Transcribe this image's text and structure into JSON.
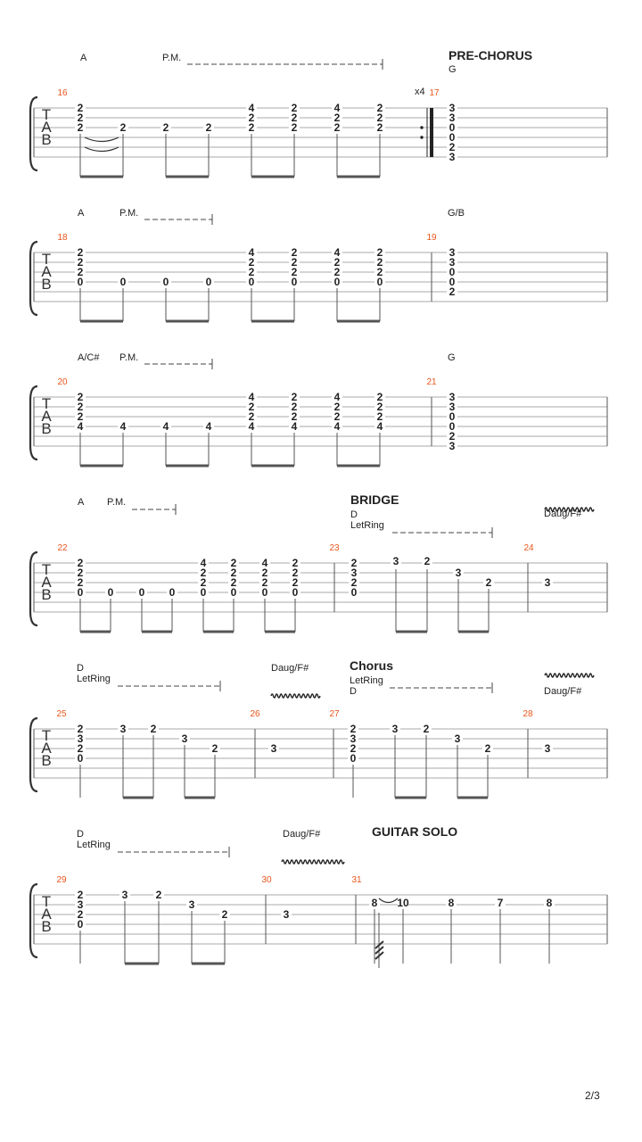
{
  "page_number": "2/3",
  "tab_clef": [
    "T",
    "A",
    "B"
  ],
  "systems": [
    {
      "annotations": [
        {
          "type": "chord",
          "text": "A"
        },
        {
          "type": "pm",
          "text": "P.M."
        },
        {
          "type": "section",
          "text": "PRE-CHORUS"
        },
        {
          "type": "chord",
          "text": "G"
        },
        {
          "type": "repeat_count",
          "text": "x4"
        }
      ],
      "bar_numbers": [
        "16",
        "17"
      ],
      "frets": [
        {
          "beat": 1,
          "strings": [
            "2",
            "2",
            "2"
          ]
        },
        {
          "beat": 2,
          "strings": [
            "2"
          ]
        },
        {
          "beat": 3,
          "strings": [
            "2"
          ]
        },
        {
          "beat": 4,
          "strings": [
            "2"
          ]
        },
        {
          "beat": 5,
          "strings": [
            "4",
            "2",
            "2"
          ]
        },
        {
          "beat": 6,
          "strings": [
            "2",
            "2",
            "2"
          ]
        },
        {
          "beat": 7,
          "strings": [
            "4",
            "2",
            "2"
          ]
        },
        {
          "beat": 8,
          "strings": [
            "2",
            "2",
            "2"
          ]
        },
        {
          "beat": 9,
          "strings": [
            "3",
            "3",
            "0",
            "0",
            "2",
            "3"
          ]
        }
      ]
    },
    {
      "annotations": [
        {
          "type": "chord",
          "text": "A"
        },
        {
          "type": "pm",
          "text": "P.M."
        },
        {
          "type": "chord",
          "text": "G/B"
        }
      ],
      "bar_numbers": [
        "18",
        "19"
      ],
      "frets": [
        {
          "beat": 1,
          "strings": [
            "2",
            "2",
            "2",
            "0"
          ]
        },
        {
          "beat": 2,
          "strings": [
            "0"
          ]
        },
        {
          "beat": 3,
          "strings": [
            "0"
          ]
        },
        {
          "beat": 4,
          "strings": [
            "0"
          ]
        },
        {
          "beat": 5,
          "strings": [
            "4",
            "2",
            "2",
            "0"
          ]
        },
        {
          "beat": 6,
          "strings": [
            "2",
            "2",
            "2",
            "0"
          ]
        },
        {
          "beat": 7,
          "strings": [
            "4",
            "2",
            "2",
            "0"
          ]
        },
        {
          "beat": 8,
          "strings": [
            "2",
            "2",
            "2",
            "0"
          ]
        },
        {
          "beat": 9,
          "strings": [
            "3",
            "3",
            "0",
            "0",
            "2"
          ]
        }
      ]
    },
    {
      "annotations": [
        {
          "type": "chord",
          "text": "A/C#"
        },
        {
          "type": "pm",
          "text": "P.M."
        },
        {
          "type": "chord",
          "text": "G"
        }
      ],
      "bar_numbers": [
        "20",
        "21"
      ],
      "frets": [
        {
          "beat": 1,
          "strings": [
            "2",
            "2",
            "2",
            "4"
          ]
        },
        {
          "beat": 2,
          "strings": [
            "4"
          ]
        },
        {
          "beat": 3,
          "strings": [
            "4"
          ]
        },
        {
          "beat": 4,
          "strings": [
            "4"
          ]
        },
        {
          "beat": 5,
          "strings": [
            "4",
            "2",
            "2",
            "4"
          ]
        },
        {
          "beat": 6,
          "strings": [
            "2",
            "2",
            "2",
            "4"
          ]
        },
        {
          "beat": 7,
          "strings": [
            "4",
            "2",
            "2",
            "4"
          ]
        },
        {
          "beat": 8,
          "strings": [
            "2",
            "2",
            "2",
            "4"
          ]
        },
        {
          "beat": 9,
          "strings": [
            "3",
            "3",
            "0",
            "0",
            "2",
            "3"
          ]
        }
      ]
    },
    {
      "annotations": [
        {
          "type": "chord",
          "text": "A"
        },
        {
          "type": "pm",
          "text": "P.M."
        },
        {
          "type": "section",
          "text": "BRIDGE"
        },
        {
          "type": "chord",
          "text": "D"
        },
        {
          "type": "let_ring",
          "text": "LetRing"
        },
        {
          "type": "chord",
          "text": "Daug/F#"
        }
      ],
      "bar_numbers": [
        "22",
        "23",
        "24"
      ],
      "frets": [
        {
          "beat": 1,
          "strings": [
            "2",
            "2",
            "2",
            "0"
          ]
        },
        {
          "beat": 2,
          "strings": [
            "0"
          ]
        },
        {
          "beat": 3,
          "strings": [
            "0"
          ]
        },
        {
          "beat": 4,
          "strings": [
            "0"
          ]
        },
        {
          "beat": 5,
          "strings": [
            "4",
            "2",
            "2",
            "0"
          ]
        },
        {
          "beat": 6,
          "strings": [
            "2",
            "2",
            "2",
            "0"
          ]
        },
        {
          "beat": 7,
          "strings": [
            "4",
            "2",
            "2",
            "0"
          ]
        },
        {
          "beat": 8,
          "strings": [
            "2",
            "2",
            "2",
            "0"
          ]
        },
        {
          "beat": 9,
          "strings": [
            "2",
            "3",
            "2",
            "0"
          ]
        },
        {
          "beat": 10,
          "strings": [
            "3"
          ]
        },
        {
          "beat": 11,
          "strings": [
            "2"
          ]
        },
        {
          "beat": 12,
          "strings": [
            "3"
          ]
        },
        {
          "beat": 13,
          "strings": [
            "2"
          ]
        },
        {
          "beat": 14,
          "strings": [
            "3"
          ]
        }
      ]
    },
    {
      "annotations": [
        {
          "type": "chord",
          "text": "D"
        },
        {
          "type": "let_ring",
          "text": "LetRing"
        },
        {
          "type": "chord",
          "text": "Daug/F#"
        },
        {
          "type": "section",
          "text": "Chorus"
        },
        {
          "type": "let_ring",
          "text": "LetRing"
        },
        {
          "type": "chord",
          "text": "D"
        },
        {
          "type": "chord",
          "text": "Daug/F#"
        }
      ],
      "bar_numbers": [
        "25",
        "26",
        "27",
        "28"
      ],
      "frets": [
        {
          "beat": 1,
          "strings": [
            "2",
            "3",
            "2",
            "0"
          ]
        },
        {
          "beat": 2,
          "strings": [
            "3"
          ]
        },
        {
          "beat": 3,
          "strings": [
            "2"
          ]
        },
        {
          "beat": 4,
          "strings": [
            "3"
          ]
        },
        {
          "beat": 5,
          "strings": [
            "2"
          ]
        },
        {
          "beat": 6,
          "strings": [
            "3"
          ]
        },
        {
          "beat": 7,
          "strings": [
            "2",
            "3",
            "2",
            "0"
          ]
        },
        {
          "beat": 8,
          "strings": [
            "3"
          ]
        },
        {
          "beat": 9,
          "strings": [
            "2"
          ]
        },
        {
          "beat": 10,
          "strings": [
            "3"
          ]
        },
        {
          "beat": 11,
          "strings": [
            "2"
          ]
        },
        {
          "beat": 12,
          "strings": [
            "3"
          ]
        }
      ]
    },
    {
      "annotations": [
        {
          "type": "chord",
          "text": "D"
        },
        {
          "type": "let_ring",
          "text": "LetRing"
        },
        {
          "type": "chord",
          "text": "Daug/F#"
        },
        {
          "type": "section",
          "text": "GUITAR SOLO"
        }
      ],
      "bar_numbers": [
        "29",
        "30",
        "31"
      ],
      "frets": [
        {
          "beat": 1,
          "strings": [
            "2",
            "3",
            "2",
            "0"
          ]
        },
        {
          "beat": 2,
          "strings": [
            "3"
          ]
        },
        {
          "beat": 3,
          "strings": [
            "2"
          ]
        },
        {
          "beat": 4,
          "strings": [
            "3"
          ]
        },
        {
          "beat": 5,
          "strings": [
            "2"
          ]
        },
        {
          "beat": 6,
          "strings": [
            "3"
          ]
        },
        {
          "beat": 7,
          "strings": [
            "8"
          ]
        },
        {
          "beat": 8,
          "strings": [
            "10"
          ]
        },
        {
          "beat": 9,
          "strings": [
            "8"
          ]
        },
        {
          "beat": 10,
          "strings": [
            "7"
          ]
        },
        {
          "beat": 11,
          "strings": [
            "8"
          ]
        }
      ]
    }
  ]
}
